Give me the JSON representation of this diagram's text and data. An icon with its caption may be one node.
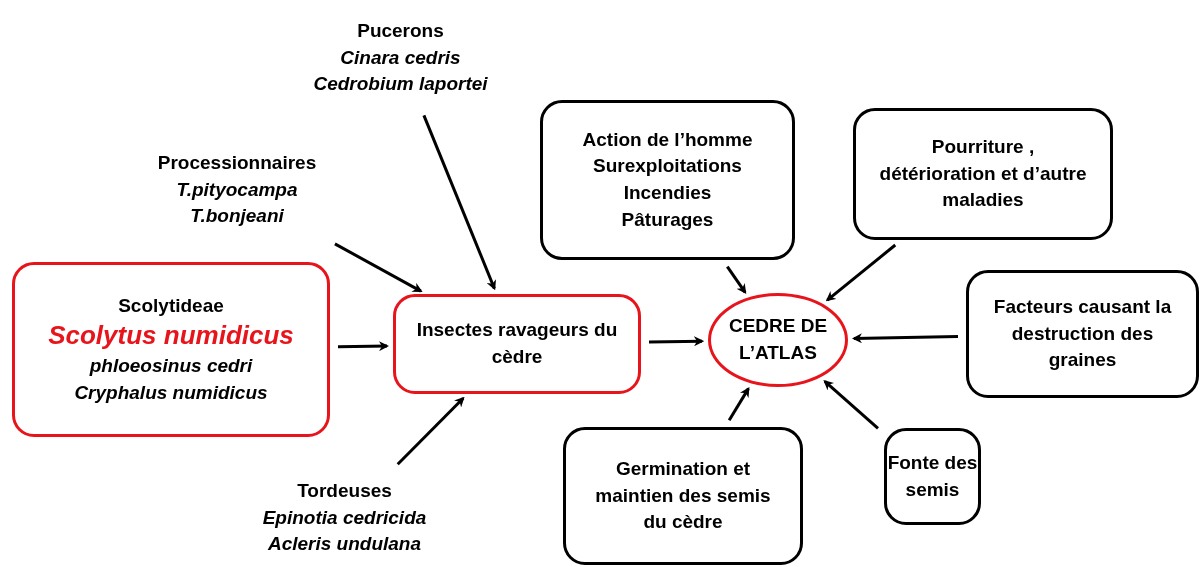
{
  "diagram": {
    "nodes": [
      {
        "text": [
          "Scolytideae",
          "Scolytus numidicus",
          "phloeosinus cedri",
          "Cryphalus numidicus"
        ]
      },
      {
        "text": [
          "Insectes ravageurs du cèdre"
        ]
      },
      {
        "text": [
          "CEDRE DE L’ATLAS"
        ]
      },
      {
        "text": [
          "Processionnaires",
          "T.pityocampa",
          "T.bonjeani"
        ]
      },
      {
        "text": [
          "Pucerons",
          "Cinara cedris",
          "Cedrobium laportei"
        ]
      },
      {
        "text": [
          "Tordeuses",
          "Epinotia cedricida",
          "Acleris undulana"
        ]
      },
      {
        "text": [
          "Action de l’homme",
          "Surexploitations",
          "Incendies",
          "Pâturages"
        ]
      },
      {
        "text": [
          "Pourriture , détérioration et d’autre maladies"
        ]
      },
      {
        "text": [
          "Facteurs causant la destruction des graines"
        ]
      },
      {
        "text": [
          "Fonte des semis"
        ]
      },
      {
        "text": [
          "Germination et maintien des semis du cèdre"
        ]
      }
    ],
    "edges": [
      {
        "from": 0,
        "to": 1,
        "arrow": "to"
      },
      {
        "from": 3,
        "to": 1,
        "arrow": "to"
      },
      {
        "from": 4,
        "to": 1,
        "arrow": "to"
      },
      {
        "from": 5,
        "to": 1,
        "arrow": "to"
      },
      {
        "from": 1,
        "to": 2,
        "arrow": "to"
      },
      {
        "from": 6,
        "to": 2,
        "arrow": "to"
      },
      {
        "from": 7,
        "to": 2,
        "arrow": "to"
      },
      {
        "from": 8,
        "to": 2,
        "arrow": "to"
      },
      {
        "from": 9,
        "to": 2,
        "arrow": "to"
      },
      {
        "from": 10,
        "to": 2,
        "arrow": "to"
      }
    ]
  }
}
